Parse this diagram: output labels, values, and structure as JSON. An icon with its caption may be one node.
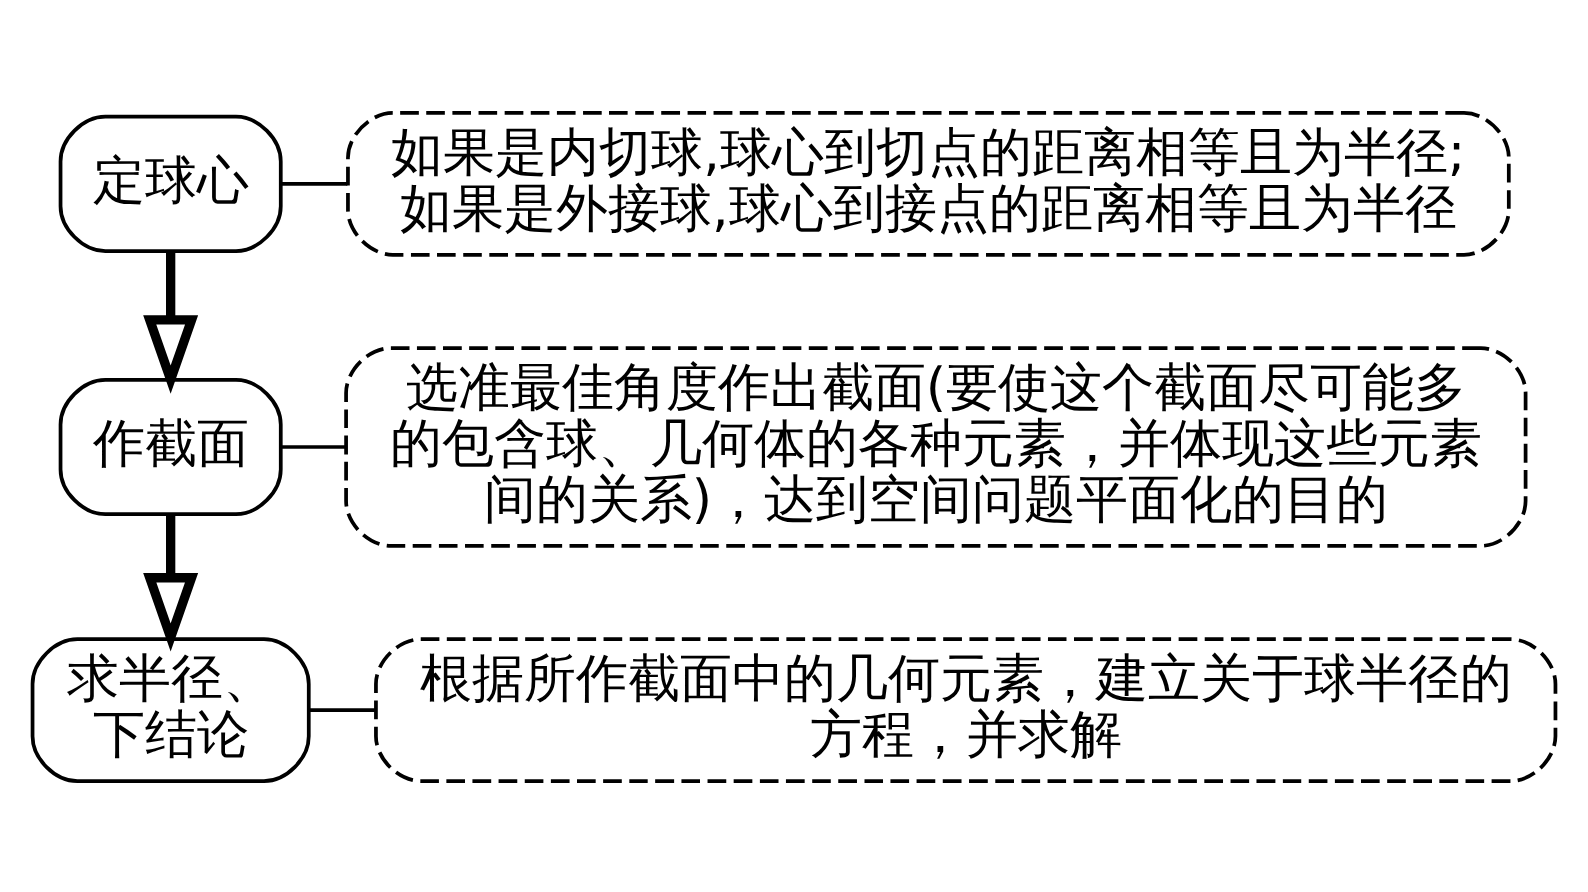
{
  "diagram": {
    "nodes": [
      {
        "text": [
          "定球心"
        ]
      },
      {
        "text": [
          "如果是内切球,球心到切点的距离相等且为半径;如果是外接球,球心到接点的距离相等且为半径"
        ]
      },
      {
        "text": [
          "作截面"
        ]
      },
      {
        "text": [
          "选准最佳角度作出截面(要使这个截面尽可能多的包含球、几何体的各种元素，并体现这些元素间的关系)，达到空间问题平面化的目的"
        ]
      },
      {
        "text": [
          "求半径、下结论"
        ]
      },
      {
        "text": [
          "根据所作截面中的几何元素，建立关于球半径的方程，并求解"
        ]
      }
    ],
    "edges": [
      {
        "from": 0,
        "to": 1,
        "arrow": "none"
      },
      {
        "from": 0,
        "to": 2,
        "arrow": "to",
        "style": "thick"
      },
      {
        "from": 2,
        "to": 3,
        "arrow": "none"
      },
      {
        "from": 2,
        "to": 4,
        "arrow": "to",
        "style": "thick"
      },
      {
        "from": 4,
        "to": 5,
        "arrow": "none"
      }
    ]
  }
}
